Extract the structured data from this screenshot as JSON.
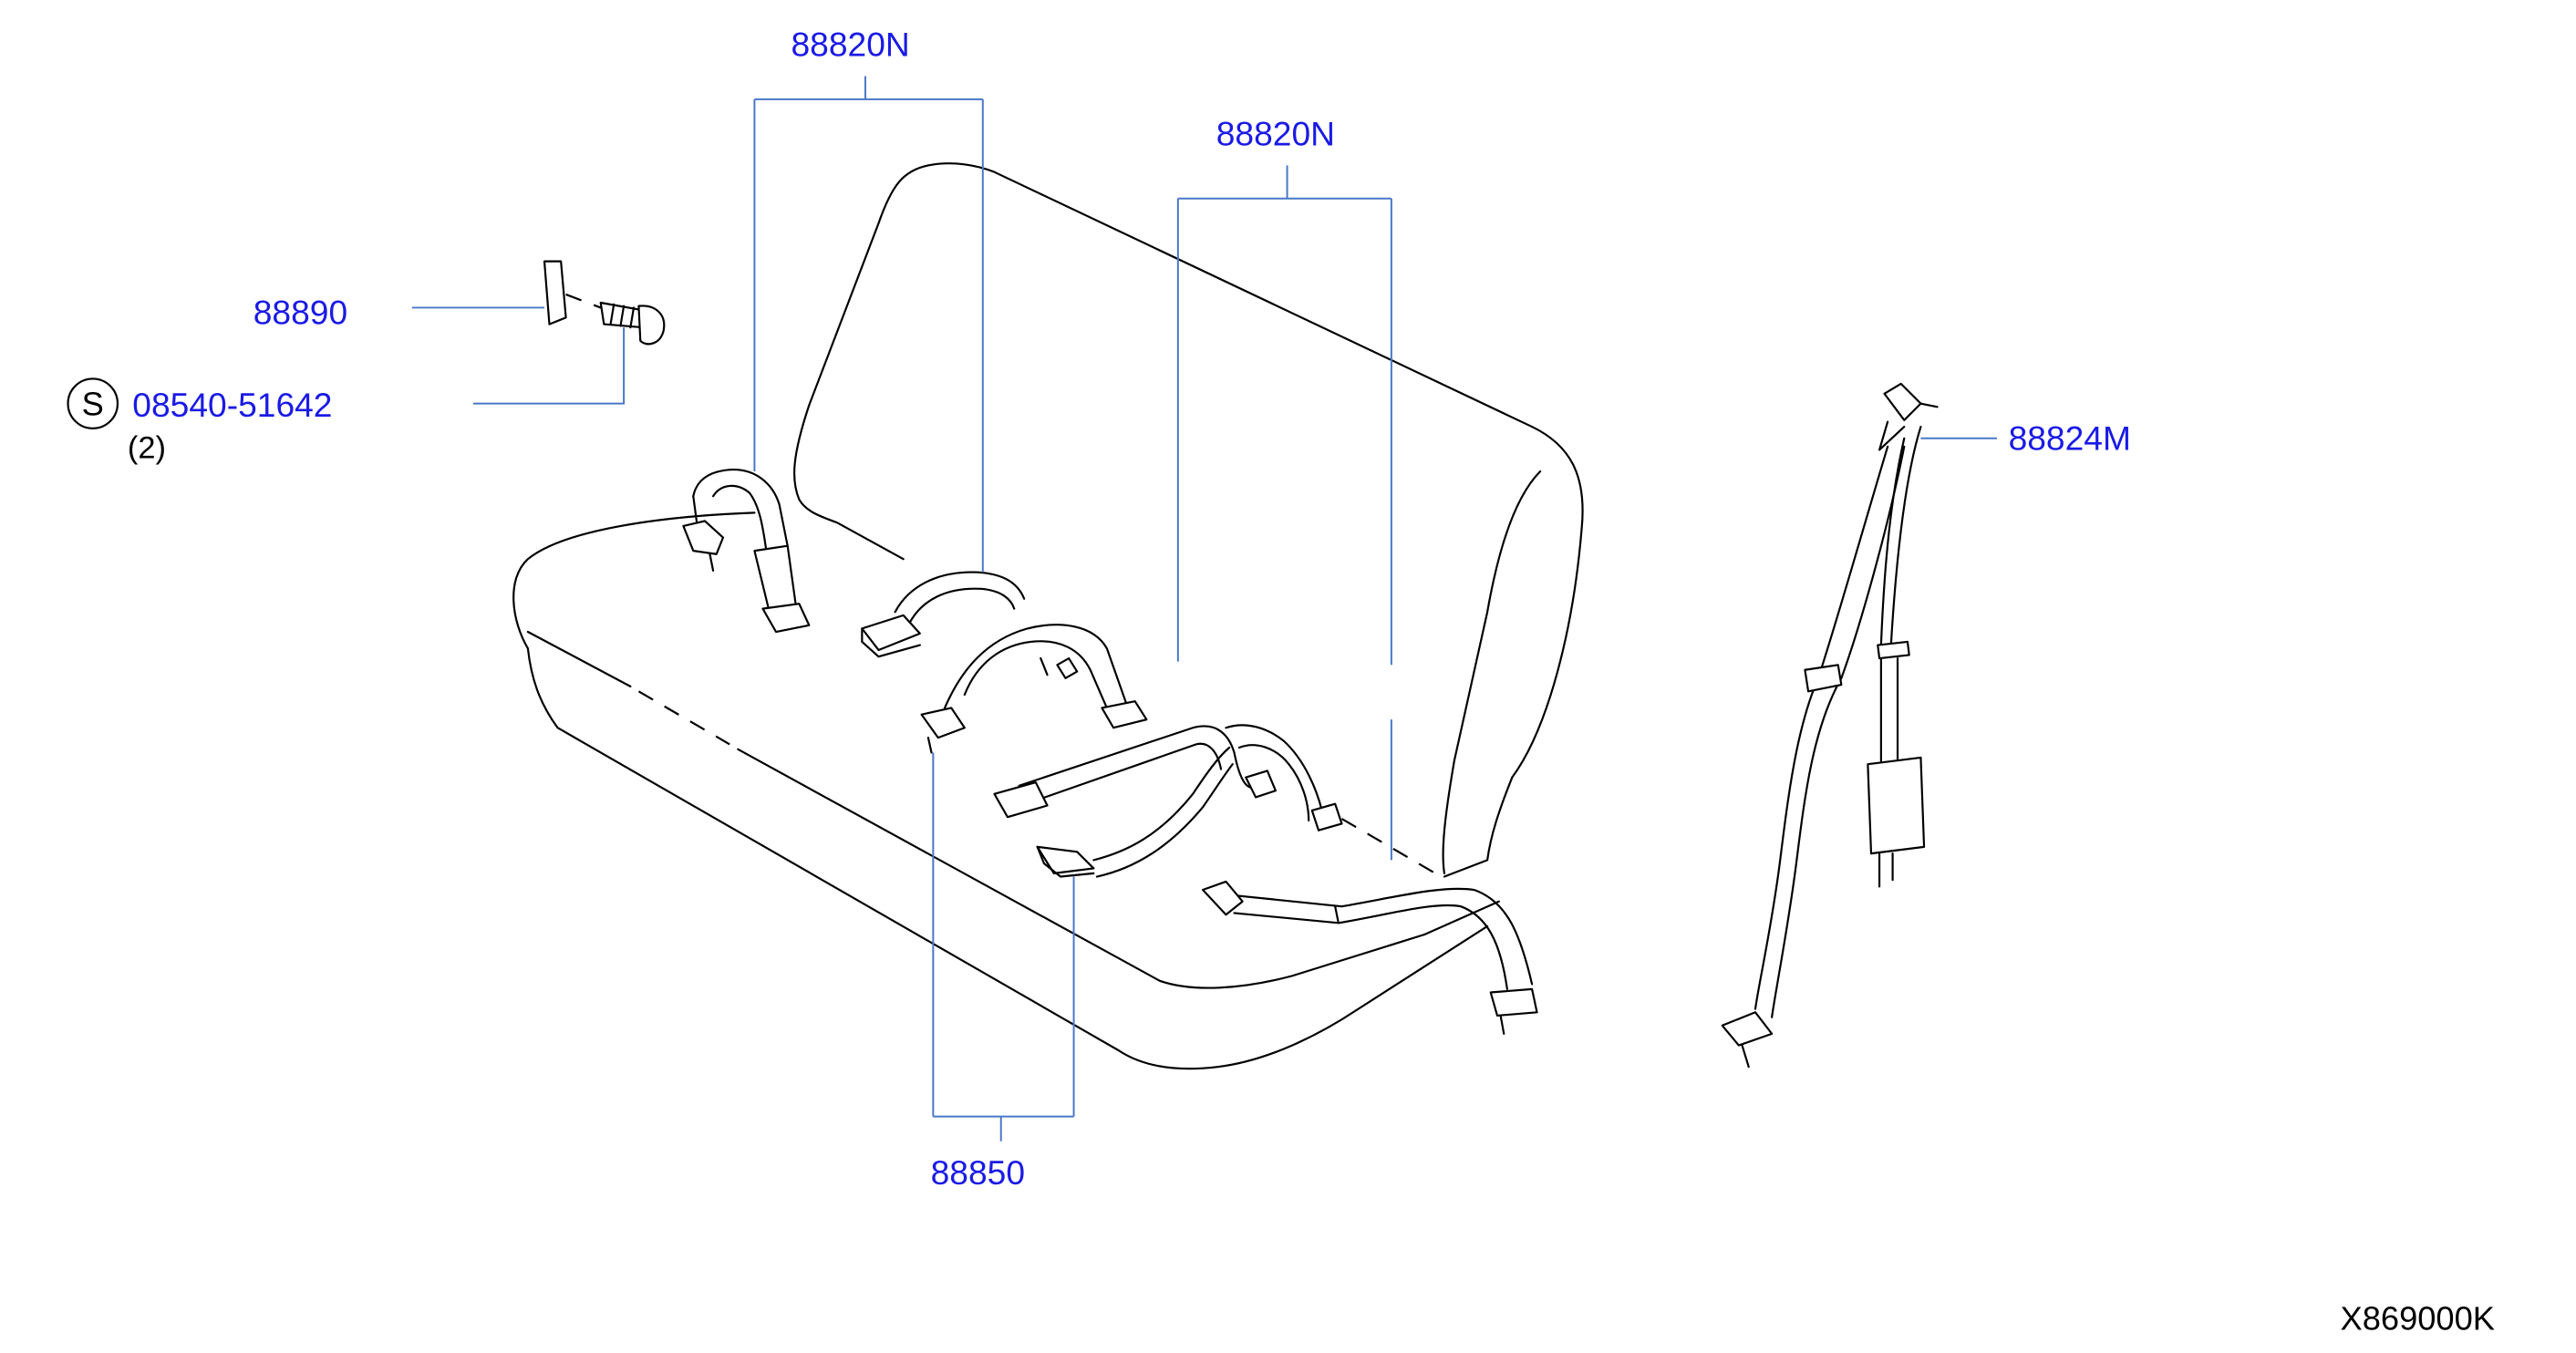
{
  "callouts": {
    "belt_left_top": "88820N",
    "belt_right_top": "88820N",
    "anchor_cover": "88890",
    "bolt_number": "08540-51642",
    "bolt_symbol": "S",
    "bolt_qty": "(2)",
    "shoulder_belt": "88824M",
    "buckle_set": "88850"
  },
  "diagram_code": "X869000K",
  "colors": {
    "callout_text": "#1a1ae6",
    "leader_line": "#4a78c8",
    "line_art": "#000000",
    "background": "#ffffff"
  }
}
